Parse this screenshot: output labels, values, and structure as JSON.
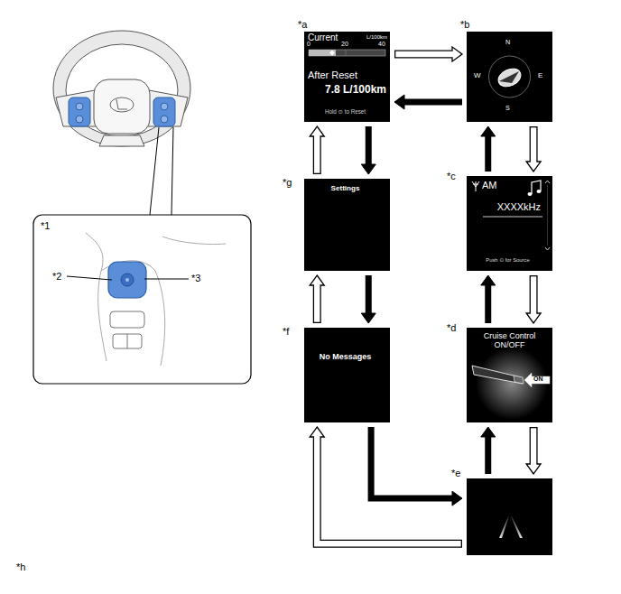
{
  "diagram": {
    "nodes": [
      {
        "text": [
          "*a",
          "Current",
          "L/100km",
          "0",
          "20",
          "40",
          "After Reset",
          "7.8 L/100km",
          "Hold ⊙ to Reset"
        ]
      },
      {
        "text": [
          "*b",
          "N",
          "W",
          "E",
          "S"
        ]
      },
      {
        "text": [
          "*c",
          "AM",
          "XXXXkHz",
          "Push ⊙ for Source"
        ]
      },
      {
        "text": [
          "*d",
          "Cruise Control ON/OFF",
          "ON"
        ]
      },
      {
        "text": [
          "*e"
        ]
      },
      {
        "text": [
          "*f",
          "No Messages"
        ]
      },
      {
        "text": [
          "*g",
          "Settings"
        ]
      }
    ],
    "edges": [
      {
        "from": 0,
        "to": 1,
        "arrow": "to"
      },
      {
        "from": 1,
        "to": 0,
        "arrow": "to"
      },
      {
        "from": 1,
        "to": 2,
        "arrow": "to"
      },
      {
        "from": 2,
        "to": 1,
        "arrow": "to"
      },
      {
        "from": 2,
        "to": 3,
        "arrow": "to"
      },
      {
        "from": 3,
        "to": 2,
        "arrow": "to"
      },
      {
        "from": 3,
        "to": 4,
        "arrow": "to"
      },
      {
        "from": 4,
        "to": 3,
        "arrow": "to"
      },
      {
        "from": 4,
        "to": 5,
        "arrow": "to"
      },
      {
        "from": 5,
        "to": 4,
        "arrow": "to"
      },
      {
        "from": 5,
        "to": 6,
        "arrow": "to"
      },
      {
        "from": 6,
        "to": 5,
        "arrow": "to"
      },
      {
        "from": 6,
        "to": 0,
        "arrow": "to"
      },
      {
        "from": 0,
        "to": 6,
        "arrow": "to"
      }
    ],
    "labels": [
      "*1",
      "*2",
      "*3",
      "*h"
    ]
  }
}
